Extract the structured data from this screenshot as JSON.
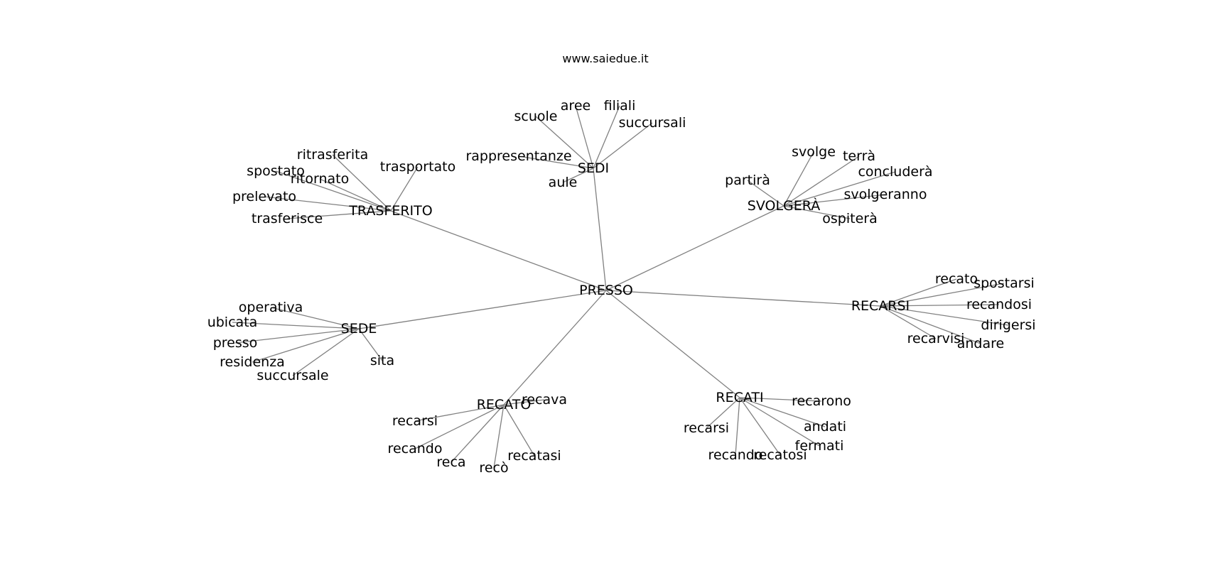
{
  "title": "www.saiedue.it",
  "graph": {
    "center": "PRESSO",
    "hubs": [
      {
        "label": "SEDI",
        "leaves": [
          "scuole",
          "aree",
          "filiali",
          "succursali",
          "rappresentanze",
          "aule"
        ]
      },
      {
        "label": "TRASFERITO",
        "leaves": [
          "ritrasferita",
          "trasportato",
          "spostato",
          "ritornato",
          "prelevato",
          "trasferisce"
        ]
      },
      {
        "label": "SVOLGERÀ",
        "leaves": [
          "svolge",
          "terrà",
          "concluderà",
          "partirà",
          "svolgeranno",
          "ospiterà"
        ]
      },
      {
        "label": "RECARSI",
        "leaves": [
          "recato",
          "spostarsi",
          "recandosi",
          "dirigersi",
          "recarvisi",
          "andare"
        ]
      },
      {
        "label": "SEDE",
        "leaves": [
          "operativa",
          "ubicata",
          "presso",
          "residenza",
          "succursale",
          "sita"
        ]
      },
      {
        "label": "RECATO",
        "leaves": [
          "recava",
          "recarsi",
          "recando",
          "reca",
          "recò",
          "recatasi"
        ]
      },
      {
        "label": "RECATI",
        "leaves": [
          "recarono",
          "recarsi",
          "andati",
          "fermati",
          "recando",
          "recatosi"
        ]
      }
    ]
  }
}
